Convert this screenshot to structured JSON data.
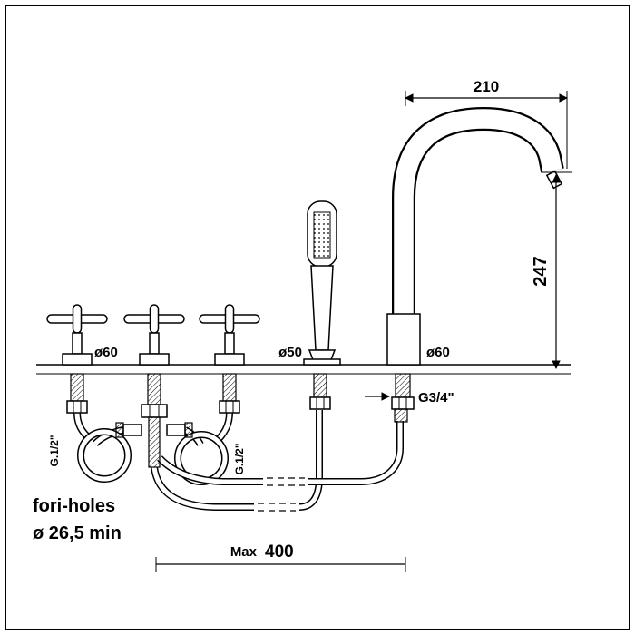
{
  "colors": {
    "ink": "#000000",
    "paper": "#ffffff"
  },
  "labels": {
    "dim_top_width": "210",
    "dim_height": "247",
    "dia_valve": "ø60",
    "dia_handshower": "ø50",
    "dia_spout": "ø60",
    "thread_spout": "G3/4\"",
    "thread_valve_left": "G.1/2\"",
    "thread_valve_right": "G.1/2\"",
    "holes_title": "fori-holes",
    "holes_spec": "ø 26,5 min",
    "bottom_dim_prefix": "Max",
    "bottom_dim_value": "400"
  }
}
